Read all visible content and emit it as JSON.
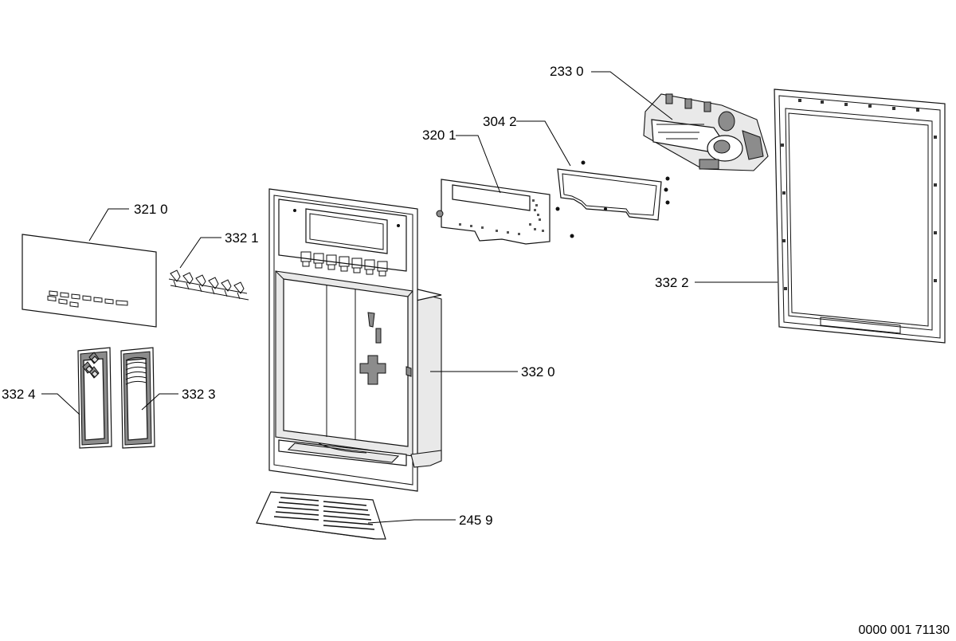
{
  "diagram": {
    "labels": {
      "l3210": "321 0",
      "l3321": "332 1",
      "l3201": "320 1",
      "l3042": "304 2",
      "l2330": "233 0",
      "l3322": "332 2",
      "l3320": "332 0",
      "l3324": "332 4",
      "l3323": "332 3",
      "l2459": "245 9"
    },
    "document_number": "0000 001 71130"
  }
}
